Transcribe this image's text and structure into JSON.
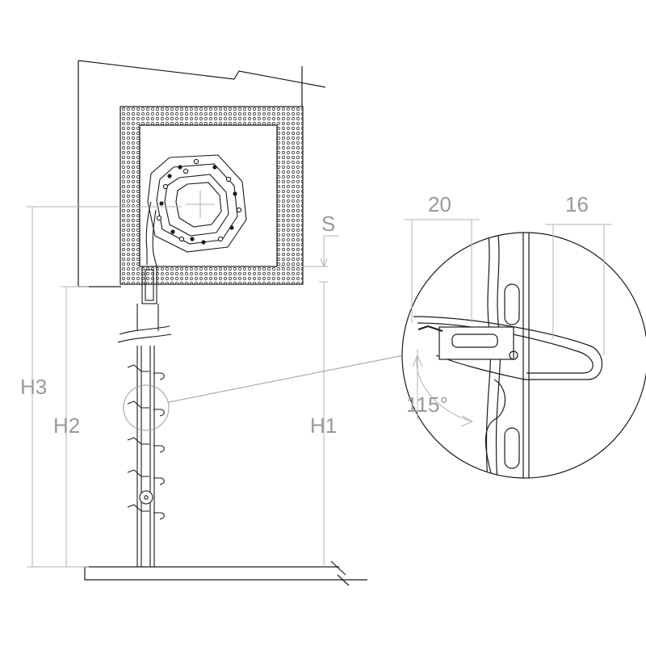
{
  "diagram": {
    "labels": {
      "h3": "H3",
      "h2": "H2",
      "h1": "H1",
      "s": "S",
      "w20": "20",
      "w16": "16",
      "angle": "115°"
    },
    "colors": {
      "line": "#1a1a1a",
      "dimension": "#b3b3b3",
      "label": "#9a9a9a",
      "background": "#ffffff"
    }
  }
}
